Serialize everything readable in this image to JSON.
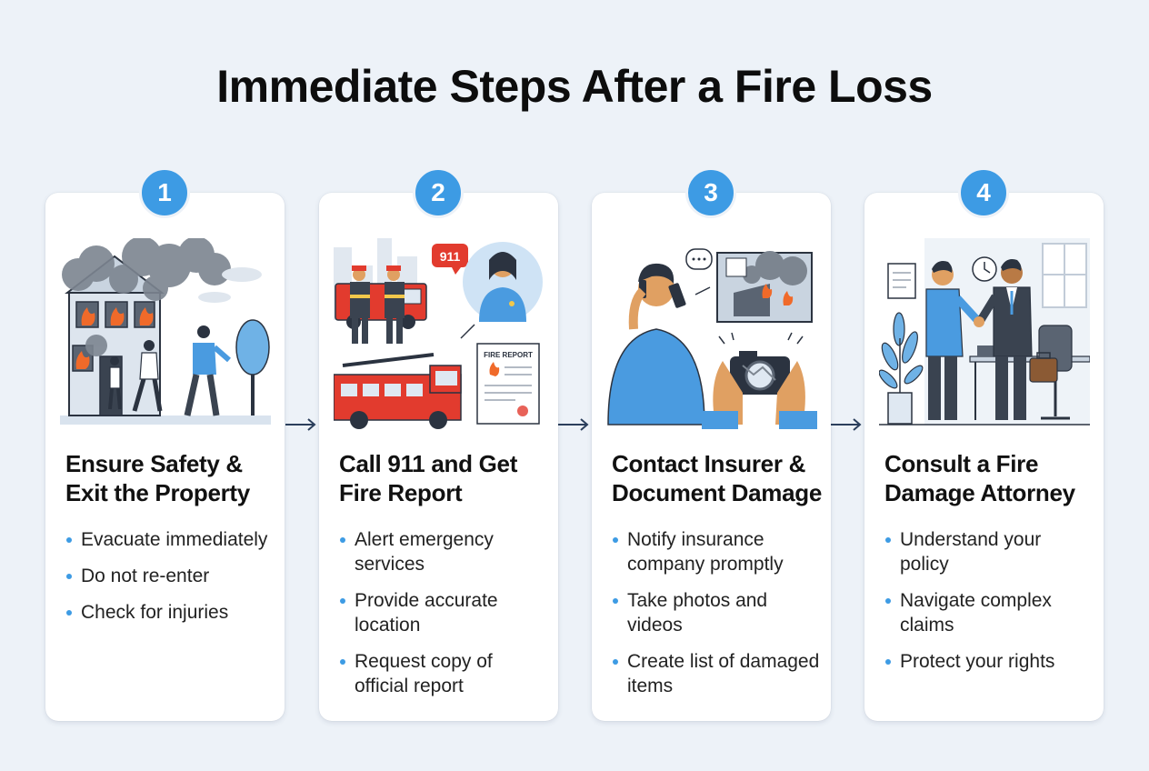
{
  "title": "Immediate Steps After a Fire Loss",
  "steps": [
    {
      "number": "1",
      "title_line1": "Ensure Safety &",
      "title_line2": "Exit the Property",
      "bullets": [
        "Evacuate immediately",
        "Do not re-enter",
        "Check for injuries"
      ]
    },
    {
      "number": "2",
      "title_line1": "Call 911 and Get",
      "title_line2": "Fire Report",
      "bullets": [
        "Alert emergency services",
        "Provide accurate location",
        "Request copy of official report"
      ],
      "phone_bubble": "911",
      "report_label": "FIRE REPORT"
    },
    {
      "number": "3",
      "title_line1": "Contact Insurer &",
      "title_line2": "Document Damage",
      "bullets": [
        "Notify insurance company promptly",
        "Take photos and videos",
        "Create list of damaged items"
      ]
    },
    {
      "number": "4",
      "title_line1": "Consult a Fire",
      "title_line2": "Damage Attorney",
      "bullets": [
        "Understand your policy",
        "Navigate complex claims",
        "Protect your rights"
      ]
    }
  ],
  "colors": {
    "accent": "#3d9be4",
    "fire": "#f06a2a",
    "smoke": "#7c8590",
    "truck": "#e23b2e"
  }
}
